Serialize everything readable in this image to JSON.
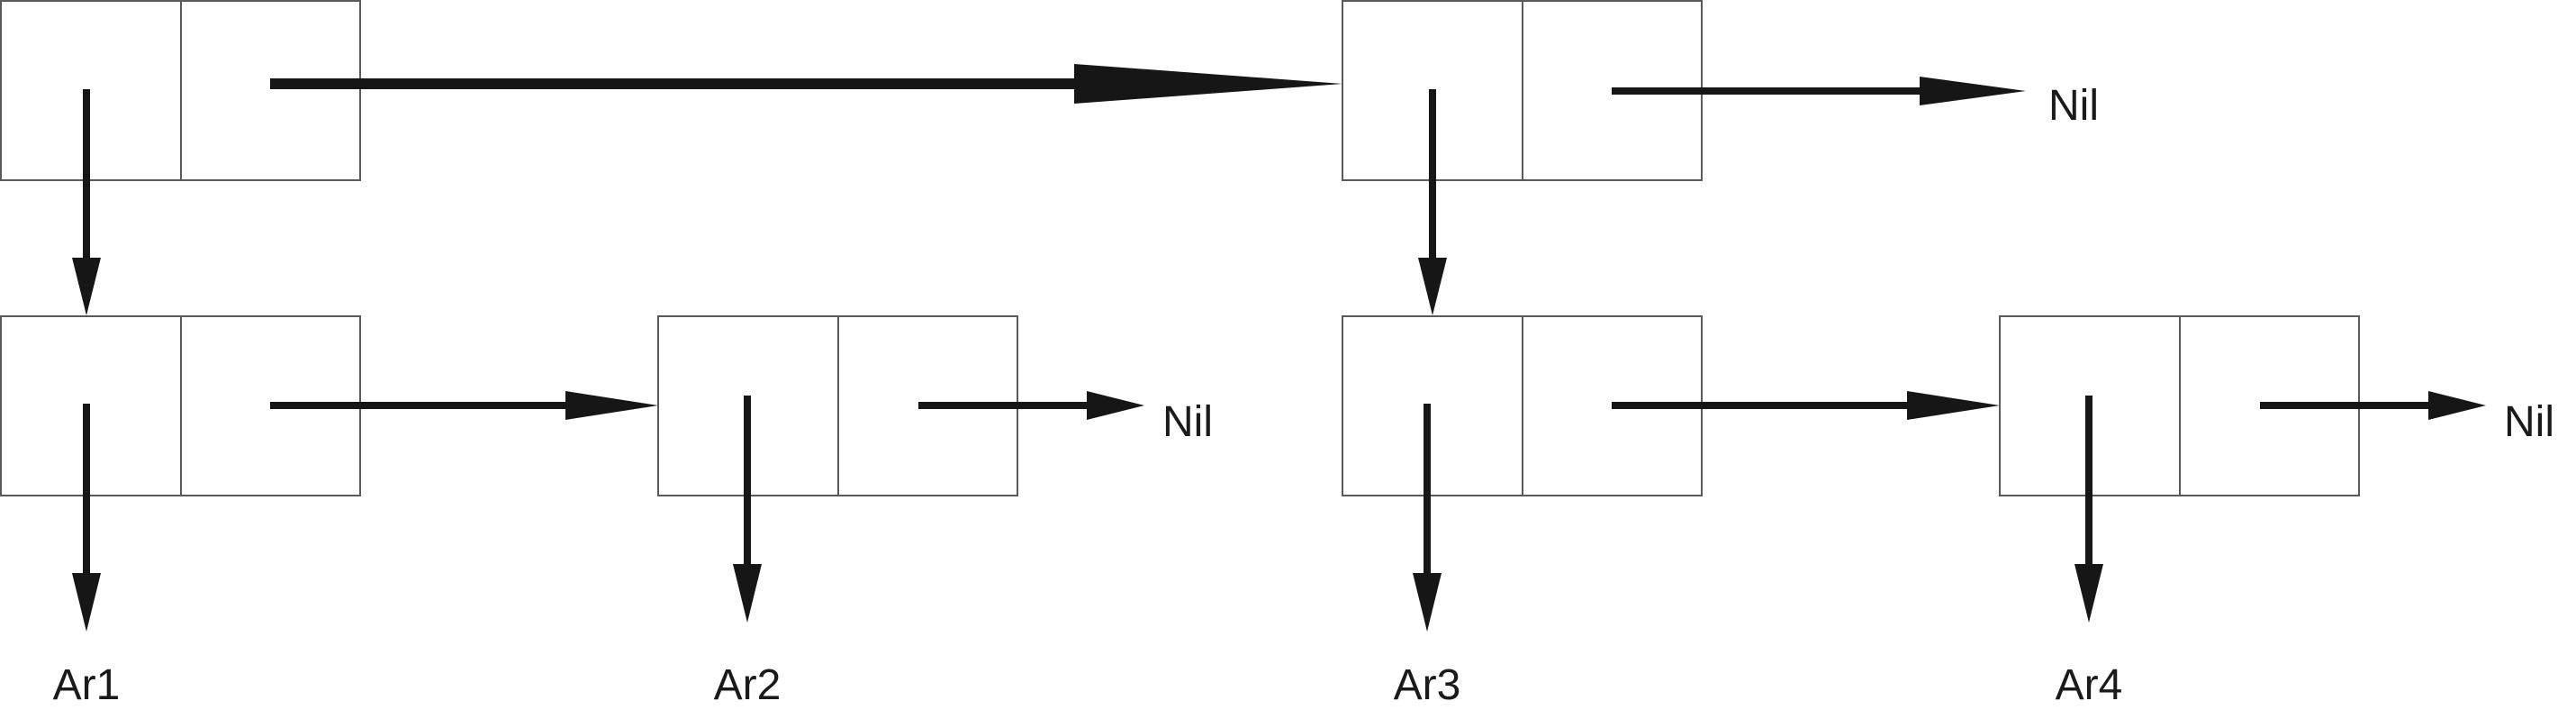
{
  "diagram": {
    "nil_labels": [
      "Nil",
      "Nil",
      "Nil"
    ],
    "leaf_labels": [
      "Ar1",
      "Ar2",
      "Ar3",
      "Ar4"
    ],
    "colors": {
      "arrow": "#161616",
      "box_stroke": "#5a5a5a",
      "text": "#1a1a1a",
      "background": "#ffffff"
    }
  }
}
